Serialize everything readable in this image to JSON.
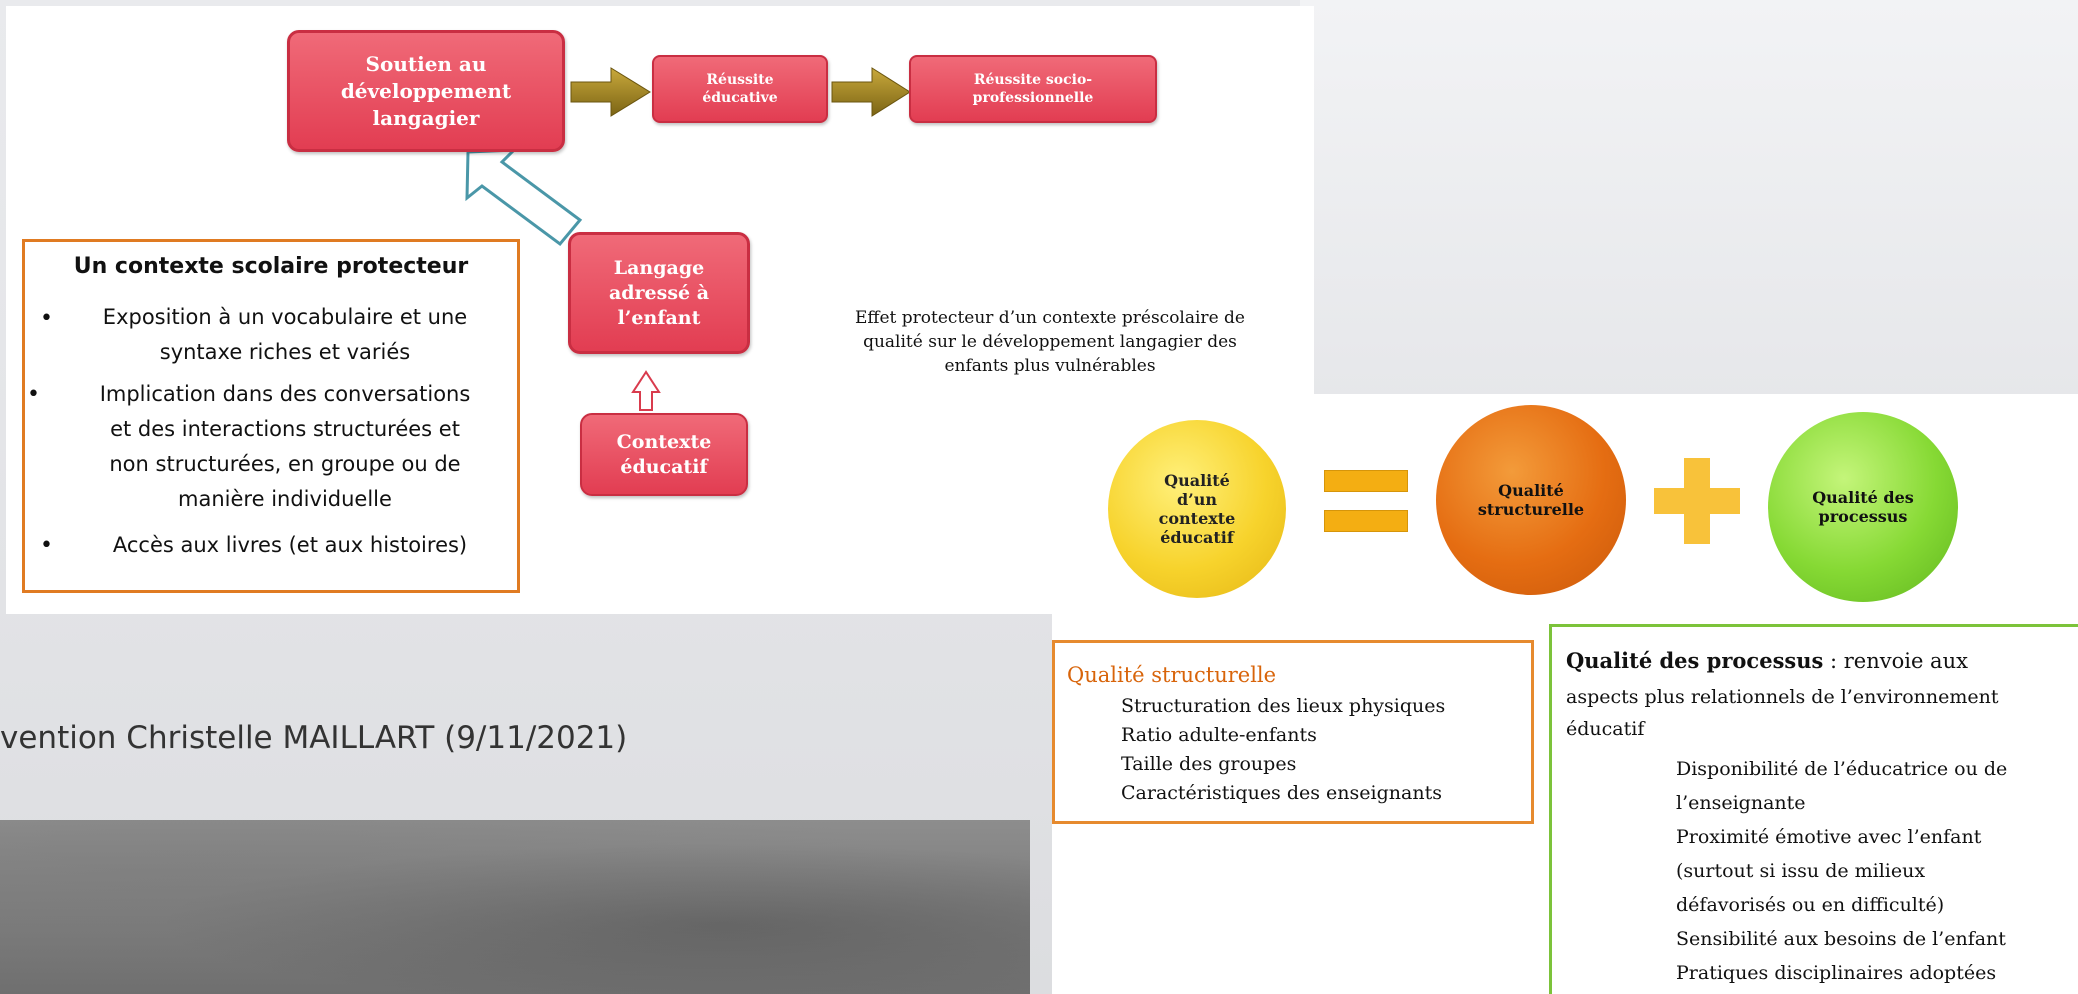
{
  "slide_footer": "vention Christelle MAILLART (9/11/2021)",
  "flow": {
    "soutien": [
      "Soutien au",
      "développement",
      "langagier"
    ],
    "reussite_educative": [
      "Réussite",
      "éducative"
    ],
    "reussite_socio": [
      "Réussite socio-",
      "professionnelle"
    ],
    "langage": [
      "Langage",
      "adressé à",
      "l’enfant"
    ],
    "contexte": [
      "Contexte",
      "éducatif"
    ],
    "caption": [
      "Effet protecteur d’un contexte préscolaire de",
      "qualité sur le développement langagier des",
      "enfants plus vulnérables"
    ]
  },
  "context_box": {
    "title": "Un contexte scolaire protecteur",
    "items": [
      [
        "Exposition à un vocabulaire et une",
        "syntaxe riches et variés"
      ],
      [
        "Implication dans des conversations",
        "et des interactions structurées et",
        "non structurées, en groupe ou de",
        "manière individuelle"
      ],
      [
        "Accès aux livres (et aux histoires)"
      ]
    ]
  },
  "quality": {
    "circle_context": [
      "Qualité",
      "d’un",
      "contexte",
      "éducatif"
    ],
    "circle_structurelle": [
      "Qualité",
      "structurelle"
    ],
    "circle_processus": [
      "Qualité des",
      "processus"
    ],
    "colors": {
      "yellow": "#f7d32c",
      "orange": "#e56d12",
      "green": "#86d934"
    }
  },
  "structurelle_box": {
    "title": "Qualité structurelle",
    "items": [
      "Structuration des lieux physiques",
      "Ratio adulte-enfants",
      "Taille des groupes",
      "Caractéristiques des enseignants"
    ]
  },
  "processus_box": {
    "title": "Qualité des processus",
    "intro_rest": " : renvoie aux",
    "intro_lines": [
      "aspects plus relationnels de  l’environnement",
      "éducatif"
    ],
    "items": [
      "Disponibilité de l’éducatrice ou de",
      "l’enseignante",
      "Proximité émotive avec l’enfant",
      "(surtout si issu de milieux",
      "défavorisés ou en difficulté)",
      "Sensibilité aux besoins de l’enfant",
      "Pratiques disciplinaires adoptées"
    ]
  }
}
